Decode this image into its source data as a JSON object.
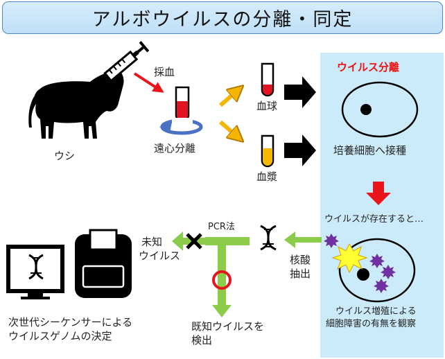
{
  "title": "アルボウイルスの分離・同定",
  "labels": {
    "cow": "ウシ",
    "blood_draw": "採血",
    "centrifuge": "遠心分離",
    "blood_clot": "血球",
    "plasma": "血漿",
    "panel_header": "ウイルス分離",
    "inoculate": "培養細胞へ接種",
    "if_virus": "ウイルスが存在すると…",
    "observe_line1": "ウイルス増殖による",
    "observe_line2": "細胞障害の有無を観察",
    "extract_line1": "核酸",
    "extract_line2": "抽出",
    "pcr": "PCR法",
    "unknown_line1": "未知",
    "unknown_line2": "ウイルス",
    "known_line1": "既知ウイルスを",
    "known_line2": "検出",
    "ngs_line1": "次世代シーケンサーによる",
    "ngs_line2": "ウイルスゲノムの決定"
  },
  "colors": {
    "title_border": "#4d86c8",
    "panel_bg": "#ccebfa",
    "red_arrow": "#e8151b",
    "orange_arrow": "#f4b400",
    "green_arrow": "#8ccc4b",
    "blood_red": "#e11423",
    "plasma_yellow": "#f4b800",
    "purple_virus": "#7030a0",
    "burst_yellow": "#ffff33"
  }
}
